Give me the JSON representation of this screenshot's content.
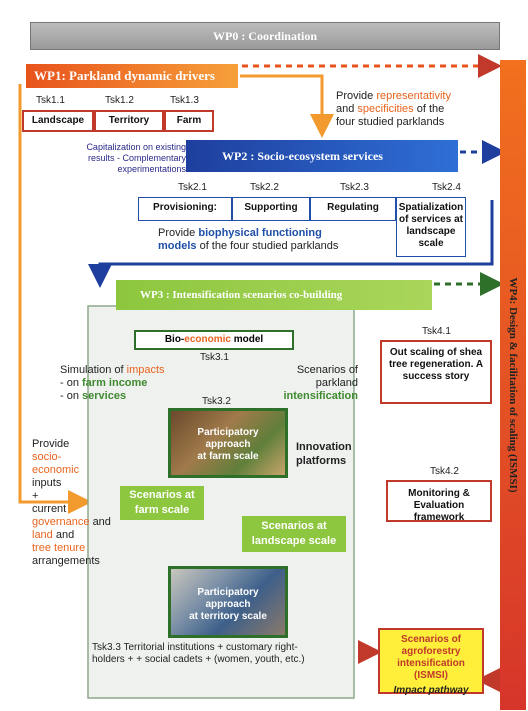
{
  "wp0": "WP0 : Coordination",
  "wp1": {
    "title": "WP1: Parkland dynamic drivers",
    "tasks": [
      "Tsk1.1",
      "Tsk1.2",
      "Tsk1.3"
    ],
    "boxes": [
      "Landscape",
      "Territory",
      "Farm"
    ]
  },
  "wp1_note": {
    "a": "Provide ",
    "b": "representativity",
    "c": "and ",
    "d": "specificities",
    "e": " of the",
    "f": "four studied parklands"
  },
  "capitalization": {
    "l1": "Capitalization on existing",
    "l2": "results - Complementary",
    "l3": "experimentations"
  },
  "wp2": {
    "title": "WP2 : Socio-ecosystem services",
    "tasks": [
      "Tsk2.1",
      "Tsk2.2",
      "Tsk2.3",
      "Tsk2.4"
    ],
    "boxes": [
      "Provisioning:",
      "Supporting",
      "Regulating",
      "Spatialization of services at landscape scale"
    ]
  },
  "wp2_note": {
    "a": "Provide ",
    "b": "biophysical functioning",
    "c": "models",
    "d": " of the four studied parklands"
  },
  "wp3": {
    "title": "WP3 : Intensification scenarios co-building"
  },
  "bio": {
    "a": "Bio-",
    "b": "economic",
    "c": " model",
    "tsk": "Tsk3.1"
  },
  "simulation": {
    "l1a": "Simulation of ",
    "l1b": "impacts",
    "l2a": "- on ",
    "l2b": "farm income",
    "l3a": "- on ",
    "l3b": "services"
  },
  "scen_parkland": {
    "l1": "Scenarios of",
    "l2": "parkland",
    "l3": "intensification"
  },
  "tsk32": "Tsk3.2",
  "photo1": {
    "l1": "Participatory",
    "l2": "approach",
    "l3": "at farm scale"
  },
  "innovation": {
    "l1": "Innovation",
    "l2": "platforms"
  },
  "provide_inputs": {
    "l1": "Provide",
    "l2": "socio-",
    "l3": "economic",
    "l4": "inputs",
    "l5": "+",
    "l6": "current",
    "l7": "governance",
    "l8": "and ",
    "l9": "land",
    "l10": " and",
    "l11": "tree tenure",
    "l12": "arrangements"
  },
  "scen_farm": {
    "l1": "Scenarios at",
    "l2": "farm scale"
  },
  "scen_land": {
    "l1": "Scenarios    at",
    "l2": "landscape scale"
  },
  "photo2": {
    "l1": "Participatory",
    "l2": "approach",
    "l3": "at territory scale"
  },
  "tsk33": {
    "l1": "Tsk3.3 Territorial institutions + customary right-",
    "l2": "holders + + social cadets + (women, youth, etc.)"
  },
  "wp4": "WP4: Design & facilitation of scaling (ISMSI)",
  "tsk41": {
    "tsk": "Tsk4.1",
    "text": "Out scaling of shea tree regeneration. A success story"
  },
  "tsk42": {
    "tsk": "Tsk4.2",
    "text": "Monitoring & Evaluation framework"
  },
  "final": {
    "l1": "Scenarios of agroforestry intensification (ISMSI)",
    "l2": "Impact pathway"
  },
  "colors": {
    "orange": "#e8641e",
    "blue": "#1f4fa8",
    "green": "#3f8a30",
    "red": "#c0392b",
    "yellow": "#ffef3a"
  }
}
